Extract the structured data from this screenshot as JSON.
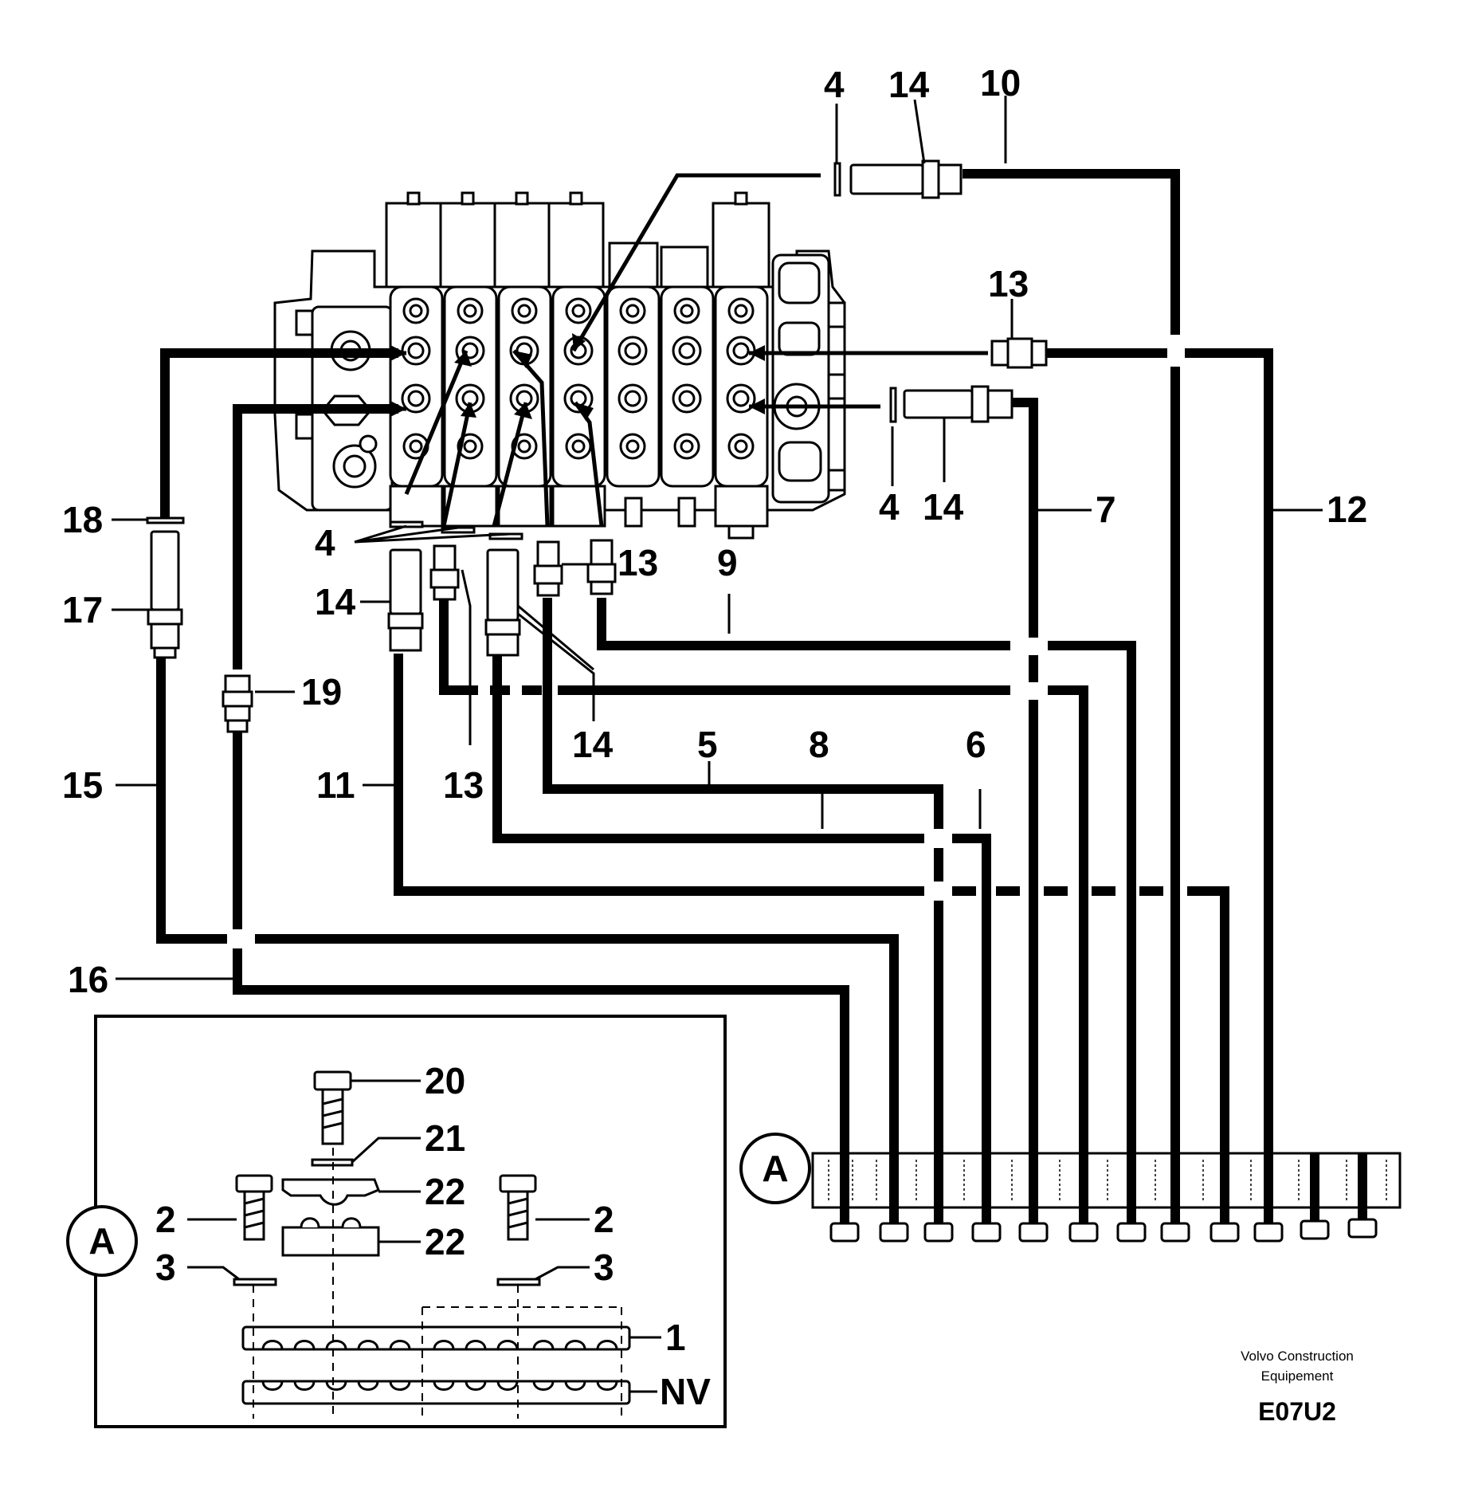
{
  "diagram": {
    "callouts": {
      "c4_top": "4",
      "c14_top": "14",
      "c10": "10",
      "c13_right": "13",
      "c4_right": "4",
      "c14_right": "14",
      "c7": "7",
      "c12": "12",
      "c18": "18",
      "c17": "17",
      "c4_left": "4",
      "c14_left": "14",
      "c13_mid": "13",
      "c9": "9",
      "c19": "19",
      "c14_mid": "14",
      "c5": "5",
      "c8": "8",
      "c6": "6",
      "c15": "15",
      "c11": "11",
      "c13_bottom": "13",
      "c16": "16"
    },
    "detail_view": {
      "marker": "A",
      "c20": "20",
      "c21": "21",
      "c22_upper": "22",
      "c22_lower": "22",
      "c2_left": "2",
      "c2_right": "2",
      "c3_left": "3",
      "c3_right": "3",
      "c1": "1",
      "cNV": "NV"
    },
    "connector_marker": "A",
    "manufacturer_line1": "Volvo Construction",
    "manufacturer_line2": "Equipement",
    "drawing_code": "E07U2"
  }
}
